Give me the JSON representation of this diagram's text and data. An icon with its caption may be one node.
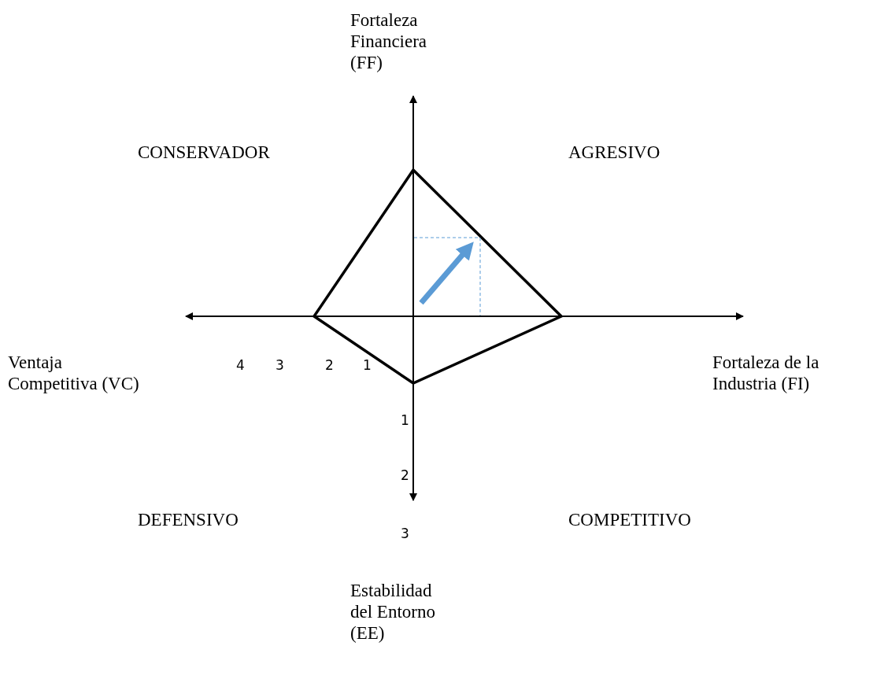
{
  "diagram": {
    "labels": [
      "Fortaleza Financiera (FF)",
      "CONSERVADOR",
      "AGRESIVO",
      "Ventaja Competitiva (VC)",
      "4",
      "3",
      "2",
      "1",
      "Fortaleza de la Industria (FI)",
      "1",
      "2",
      "DEFENSIVO",
      "COMPETITIVO",
      "3",
      "Estabilidad del Entorno (EE)"
    ]
  }
}
